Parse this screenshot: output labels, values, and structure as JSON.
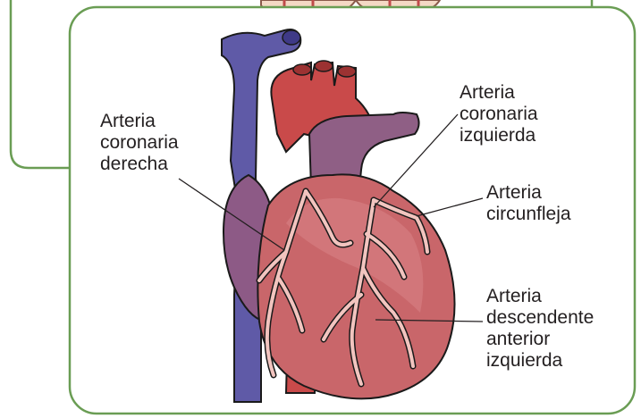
{
  "labels": {
    "right_coronary": [
      "Arteria",
      "coronaria",
      "derecha"
    ],
    "left_coronary": [
      "Arteria",
      "coronaria",
      "izquierda"
    ],
    "circumflex": [
      "Arteria",
      "circunfleja"
    ],
    "lad": [
      "Arteria",
      "descendente",
      "anterior",
      "izquierda"
    ]
  },
  "colors": {
    "frame_border": "#6a9d54",
    "frame_fill": "#ffffff",
    "outer_fill": "#ffffff",
    "hand_skin": "#f4d8c4",
    "vein": "#5f5aa7",
    "vein_dark": "#3f3a87",
    "aorta": "#c94a4a",
    "heart": "#c9666a",
    "heart_light": "#d98487",
    "atrium": "#a05a6e",
    "coronary": "#f2c4bf",
    "pulmonary": "#8f5f85"
  }
}
